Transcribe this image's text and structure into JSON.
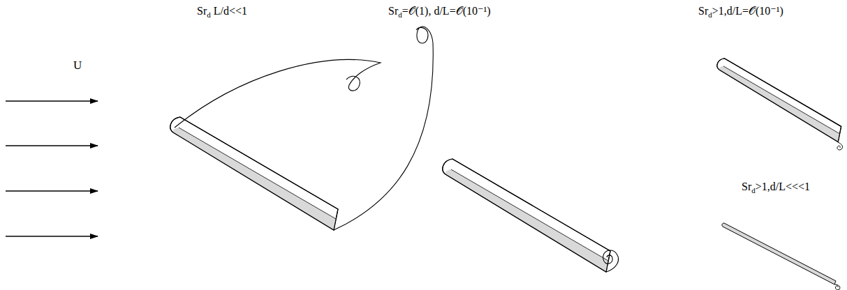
{
  "diagram": {
    "labels": [
      "U",
      "Srd L/d<<1",
      "Srd=𝒪(1), d/L=𝒪(10⁻¹)",
      "Srd>1,d/L=𝒪(10⁻¹)",
      "Srd>1,d/L<<<1"
    ]
  }
}
